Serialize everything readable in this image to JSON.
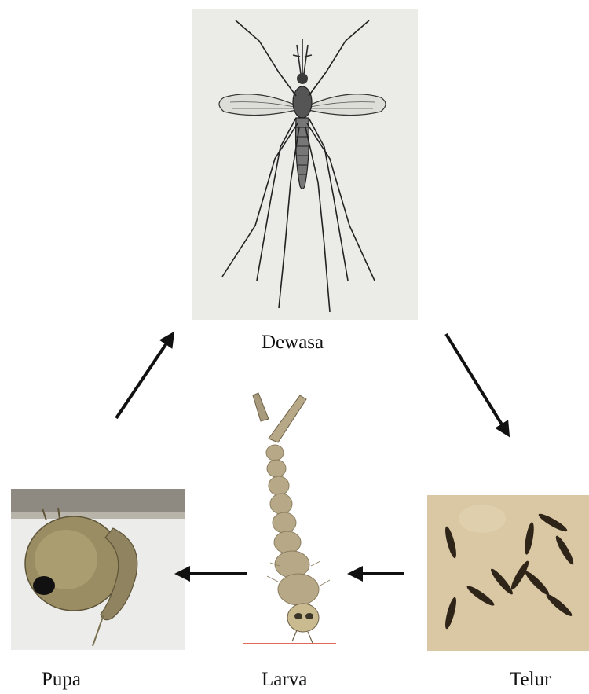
{
  "diagram": {
    "stages": {
      "adult": {
        "label": "Dewasa",
        "icon": "adult-mosquito-drawing"
      },
      "egg": {
        "label": "Telur",
        "icon": "mosquito-eggs-photo"
      },
      "larva": {
        "label": "Larva",
        "icon": "mosquito-larva-photo"
      },
      "pupa": {
        "label": "Pupa",
        "icon": "mosquito-pupa-photo"
      }
    },
    "cycle_order": [
      "Dewasa",
      "Telur",
      "Larva",
      "Pupa",
      "Dewasa"
    ],
    "arrow_color": "#111111"
  }
}
